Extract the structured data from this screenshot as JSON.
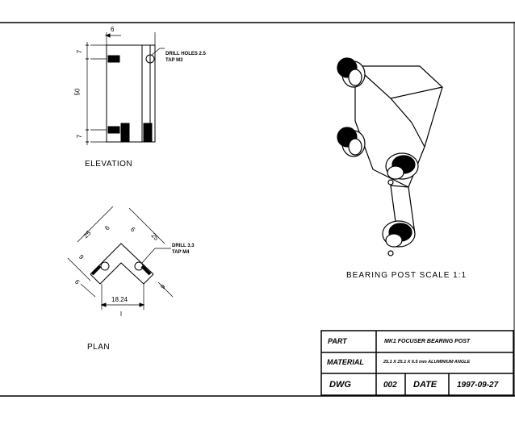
{
  "elevation": {
    "caption": "ELEVATION",
    "note_line1": "DRILL HOLES 2.5",
    "note_line2": "TAP M3",
    "dim_width": "6",
    "dim_top": "7",
    "dim_height": "50",
    "dim_bottom": "7"
  },
  "plan": {
    "caption": "PLAN",
    "note_line1": "DRILL 3.3",
    "note_line2": "TAP M4",
    "dim_left_arm": "25",
    "dim_left_inner": "6",
    "dim_right_inner": "6",
    "dim_right_arm": "25",
    "dim_left_hole": "9",
    "dim_left_end": "6",
    "dim_right_end": "9",
    "dim_span": "18.24"
  },
  "iso_view": {
    "caption": "BEARING POST SCALE 1:1"
  },
  "title_block": {
    "part_label": "PART",
    "part_value": "MK1 FOCUSER BEARING POST",
    "material_label": "MATERIAL",
    "material_value": "25.1 X 25.1 X 6.5 mm ALUMINIUM ANGLE",
    "dwg_label": "DWG",
    "dwg_value": "002",
    "date_label": "DATE",
    "date_value": "1997-09-27"
  }
}
